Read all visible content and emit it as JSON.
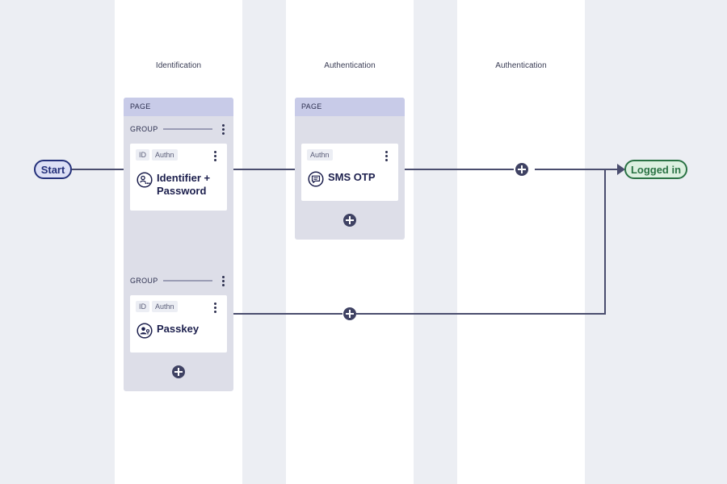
{
  "columns": [
    {
      "title": "Identification"
    },
    {
      "title": "Authentication"
    },
    {
      "title": "Authentication"
    }
  ],
  "start_label": "Start",
  "end_label": "Logged in",
  "pages": [
    {
      "label": "PAGE",
      "groups": [
        {
          "label": "GROUP",
          "cards": [
            {
              "chips": [
                "ID",
                "Authn"
              ],
              "name_line1": "Identifier +",
              "name_line2": "Password",
              "icon": "identifier-password-icon"
            }
          ]
        },
        {
          "label": "GROUP",
          "cards": [
            {
              "chips": [
                "ID",
                "Authn"
              ],
              "name": "Passkey",
              "icon": "passkey-icon"
            }
          ]
        }
      ]
    },
    {
      "label": "PAGE",
      "cards": [
        {
          "chips": [
            "Authn"
          ],
          "name": "SMS OTP",
          "icon": "sms-otp-icon"
        }
      ]
    }
  ],
  "colors": {
    "background": "#eceef3",
    "lane": "#ffffff",
    "page_header": "#c8cbe8",
    "page_body": "#dddee8",
    "edge": "#4a4d6e",
    "start": "#24307a",
    "end": "#2a7244"
  }
}
